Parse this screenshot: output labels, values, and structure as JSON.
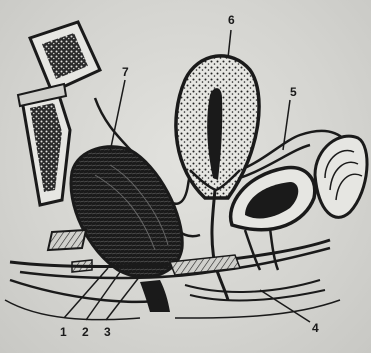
{
  "labels": {
    "l1": "1",
    "l2": "2",
    "l3": "3",
    "l4": "4",
    "l5": "5",
    "l6": "6",
    "l7": "7"
  },
  "colors": {
    "ink": "#1a1a1a",
    "paper": "#d8d8d4"
  }
}
